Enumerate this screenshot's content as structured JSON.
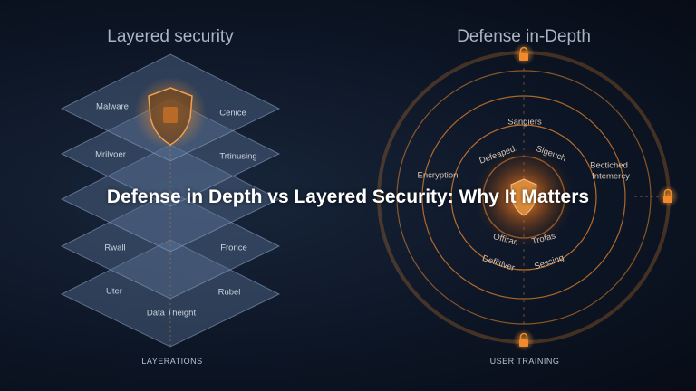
{
  "title": "Defense in Depth vs Layered Security: Why It Matters",
  "left_panel": {
    "heading": "Layered security",
    "layers": [
      {
        "left": "Malware",
        "right": "Cenice"
      },
      {
        "left": "Mrilvoer",
        "right": "Trtinusing"
      },
      {
        "left": "",
        "right": ""
      },
      {
        "left": "Rwall",
        "right": "Fronce"
      },
      {
        "left": "Uter",
        "right": "Rubel"
      }
    ],
    "bottom_layer_label": "Data Theight",
    "footer": "LAYERATIONS"
  },
  "right_panel": {
    "heading": "Defense in-Depth",
    "labels": {
      "top": "Sangiers",
      "upper_left": "Defeaped.",
      "upper_right": "Sigeuch",
      "left": "Encryption",
      "right_1": "Bectiched",
      "right_2": "Intemercy",
      "lower_left": "Offirar.",
      "lower_right": "Trofas",
      "bottom_left": "Defiitiver",
      "bottom_right": "Sessing"
    },
    "footer": "USER TRAINING"
  },
  "colors": {
    "accent": "#f08a2c",
    "layer": "#5a7396",
    "background": "#0d1626"
  },
  "icons": [
    "shield-lock-icon",
    "lock-icon"
  ]
}
